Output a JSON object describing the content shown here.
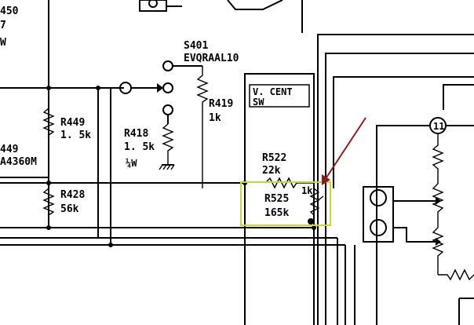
{
  "cropped_text": {
    "top_left_1": "450",
    "top_left_2": "7",
    "top_left_3": "W",
    "left_449": "449",
    "left_part": "A4360M"
  },
  "switch": {
    "ref": "S401",
    "part": "EVQRAAL10"
  },
  "vcent_box": {
    "line1": "V. CENT",
    "line2": "SW"
  },
  "components": {
    "r419": {
      "ref": "R419",
      "value": "1k"
    },
    "r449": {
      "ref": "R449",
      "value": "1. 5k"
    },
    "r418": {
      "ref": "R418",
      "value": "1. 5k",
      "rating": "¼W"
    },
    "r428": {
      "ref": "R428",
      "value": "56k"
    },
    "r522": {
      "ref": "R522",
      "value": "22k"
    },
    "r525": {
      "ref": "R525",
      "value": "165k"
    },
    "pot": {
      "mark": "1k"
    }
  },
  "connector_label": "11",
  "annotation": {
    "arrow_color": "#8b1a1a",
    "highlight_color": "#c8d63a"
  }
}
